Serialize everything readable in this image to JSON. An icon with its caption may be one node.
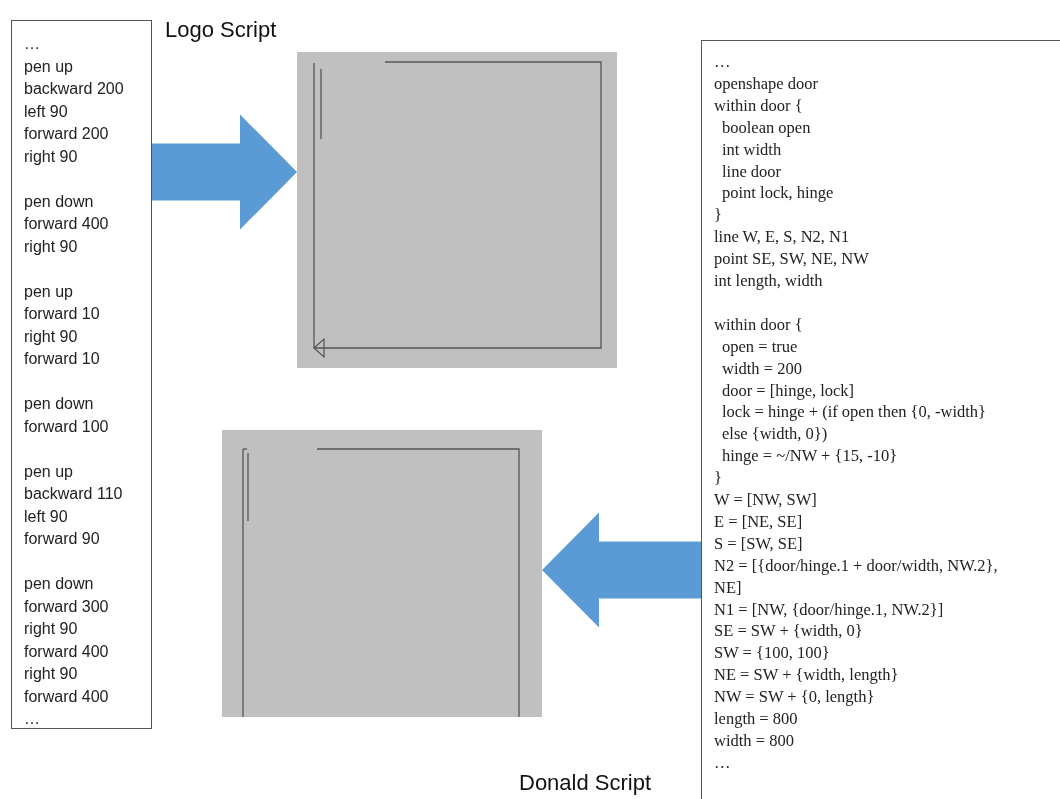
{
  "diagram": {
    "nodes": [
      {
        "text": [
          "…",
          "pen up",
          "backward 200",
          "left 90",
          "forward 200",
          "right 90",
          "pen down",
          "forward 400",
          "right 90",
          "pen up",
          "forward 10",
          "right 90",
          "forward 10",
          "pen down",
          "forward 100",
          "pen up",
          "backward 110",
          "left 90",
          "forward 90",
          "pen down",
          "forward 300",
          "right 90",
          "forward 400",
          "right 90",
          "forward 400",
          "…"
        ]
      },
      {
        "text": [],
        "shape": "picture"
      },
      {
        "text": [
          "…",
          "openshape door",
          "within door {",
          "boolean open",
          "int width",
          "line door",
          "point lock, hinge",
          "}",
          "line W, E, S, N2, N1",
          "point SE, SW, NE, NW",
          "int length, width",
          "within door {",
          "open = true",
          "width = 200",
          "door = [hinge, lock]",
          "lock = hinge + (if open then {0, -width} else {width, 0})",
          "hinge = ~/NW + {15, -10}",
          "}",
          "W = [NW, SW]",
          "E = [NE, SE]",
          "S = [SW, SE]",
          "N2 = [{door/hinge.1 + door/width, NW.2}, NE]",
          "N1 = [NW, {door/hinge.1, NW.2}]",
          "SE = SW + {width, 0}",
          "SW = {100, 100}",
          "NE = SW + {width, length}",
          "NW = SW + {0, length}",
          "length = 800",
          "width = 800",
          "…"
        ]
      },
      {
        "text": [],
        "shape": "picture"
      }
    ],
    "edges": [
      {
        "from": 0,
        "to": 1,
        "arrow": "to"
      },
      {
        "from": 2,
        "to": 3,
        "arrow": "to"
      }
    ],
    "labels": [
      "Logo Script",
      "Donald Script"
    ]
  }
}
